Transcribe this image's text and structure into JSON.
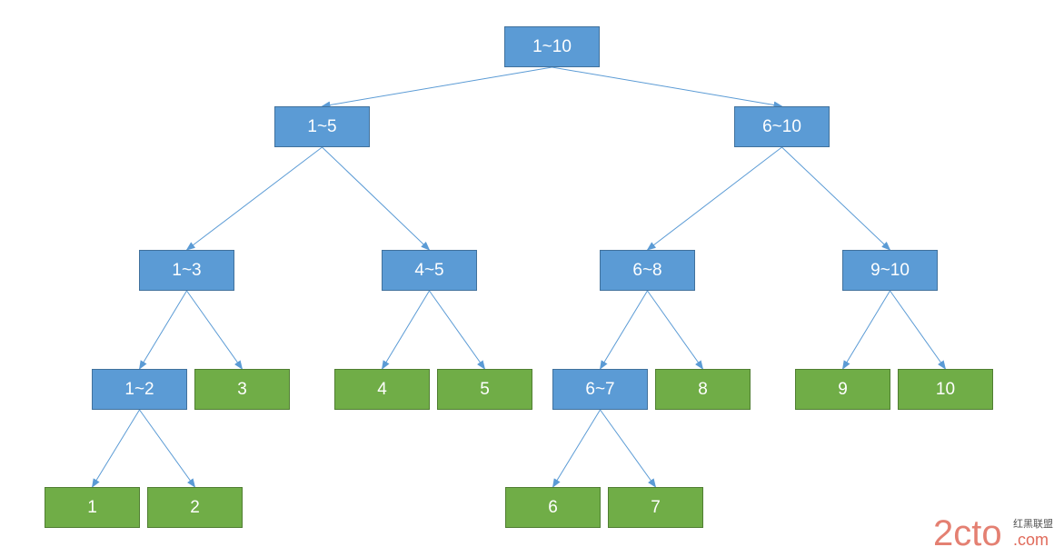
{
  "nodes": {
    "n1_10": "1~10",
    "n1_5": "1~5",
    "n6_10": "6~10",
    "n1_3": "1~3",
    "n4_5": "4~5",
    "n6_8": "6~8",
    "n9_10": "9~10",
    "n1_2": "1~2",
    "n3": "3",
    "n4": "4",
    "n5": "5",
    "n6_7": "6~7",
    "n8": "8",
    "n9": "9",
    "n10": "10",
    "n1": "1",
    "n2": "2",
    "n6": "6",
    "n7": "7"
  },
  "edges": [
    [
      "n1_10",
      "n1_5"
    ],
    [
      "n1_10",
      "n6_10"
    ],
    [
      "n1_5",
      "n1_3"
    ],
    [
      "n1_5",
      "n4_5"
    ],
    [
      "n6_10",
      "n6_8"
    ],
    [
      "n6_10",
      "n9_10"
    ],
    [
      "n1_3",
      "n1_2"
    ],
    [
      "n1_3",
      "n3"
    ],
    [
      "n4_5",
      "n4"
    ],
    [
      "n4_5",
      "n5"
    ],
    [
      "n6_8",
      "n6_7"
    ],
    [
      "n6_8",
      "n8"
    ],
    [
      "n9_10",
      "n9"
    ],
    [
      "n9_10",
      "n10"
    ],
    [
      "n1_2",
      "n1"
    ],
    [
      "n1_2",
      "n2"
    ],
    [
      "n6_7",
      "n6"
    ],
    [
      "n6_7",
      "n7"
    ]
  ],
  "colors": {
    "internal": "#5b9bd5",
    "leaf": "#70ad47",
    "edge": "#5b9bd5"
  },
  "watermark": {
    "text": "2cto",
    "suffix": ".com",
    "label": "红黑联盟"
  }
}
